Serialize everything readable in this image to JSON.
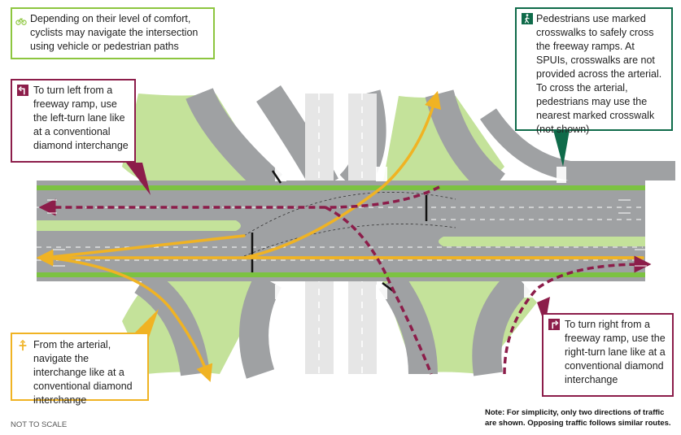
{
  "callouts": {
    "bicycle": {
      "icon": "bicycle-icon",
      "color": "#8dc63f",
      "text": "Depending on their level of comfort, cyclists may navigate the intersection using vehicle or pedestrian paths"
    },
    "pedestrian": {
      "icon": "pedestrian-icon",
      "color": "#0f6b4a",
      "text": "Pedestrians use marked crosswalks to safely cross the freeway ramps. At SPUIs, crosswalks are not provided across the arterial. To cross the arterial, pedestrians may use the nearest marked crosswalk (not shown)"
    },
    "left_turn": {
      "icon": "left-turn-arrow-icon",
      "color": "#8c1d4a",
      "text": "To turn left from a freeway ramp, use the left-turn lane like at a conventional diamond interchange"
    },
    "arterial": {
      "icon": "multi-direction-arrow-icon",
      "color": "#f0b323",
      "text": "From the arterial, navigate the interchange like at a conventional diamond interchange"
    },
    "right_turn": {
      "icon": "right-turn-arrow-icon",
      "color": "#8c1d4a",
      "text": "To turn right from a freeway ramp, use the right-turn lane like at a conventional diamond interchange"
    }
  },
  "notes": {
    "scale": "NOT TO SCALE",
    "simplify": "Note: For simplicity, only two directions of traffic are shown. Opposing traffic follows similar routes."
  },
  "colors": {
    "pavement": "#9fa1a3",
    "landscape": "#c4e29a",
    "bike_lane": "#7cc242",
    "freeway_ramp_path": "#f0b323",
    "ramp_path": "#8c1d4a"
  }
}
